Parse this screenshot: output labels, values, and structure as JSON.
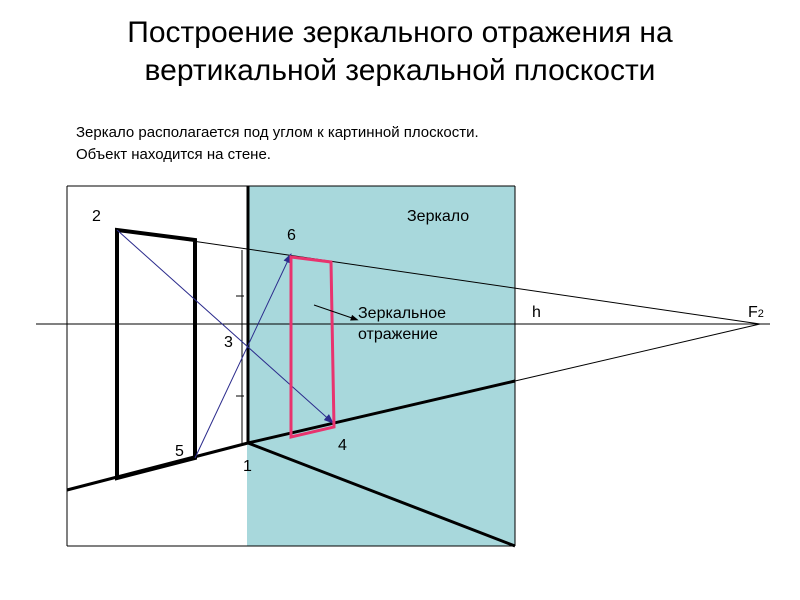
{
  "title": {
    "line1": "Построение зеркального отражения на",
    "line2": "вертикальной зеркальной плоскости"
  },
  "description": {
    "line1": "Зеркало располагается под углом к картинной плоскости.",
    "line2": "Объект находится на стене."
  },
  "labels": {
    "mirror": "Зеркало",
    "reflection_line1": "Зеркальное",
    "reflection_line2": "отражение",
    "horizon": "h",
    "vanishing_point": "F",
    "vanishing_point_sub": "2",
    "p1": "1",
    "p2": "2",
    "p3": "3",
    "p4": "4",
    "p5": "5",
    "p6": "6"
  },
  "colors": {
    "mirror_fill": "#a8d8dc",
    "reflection": "#e8336e",
    "construction": "#2b2b8c",
    "line": "#000000"
  }
}
